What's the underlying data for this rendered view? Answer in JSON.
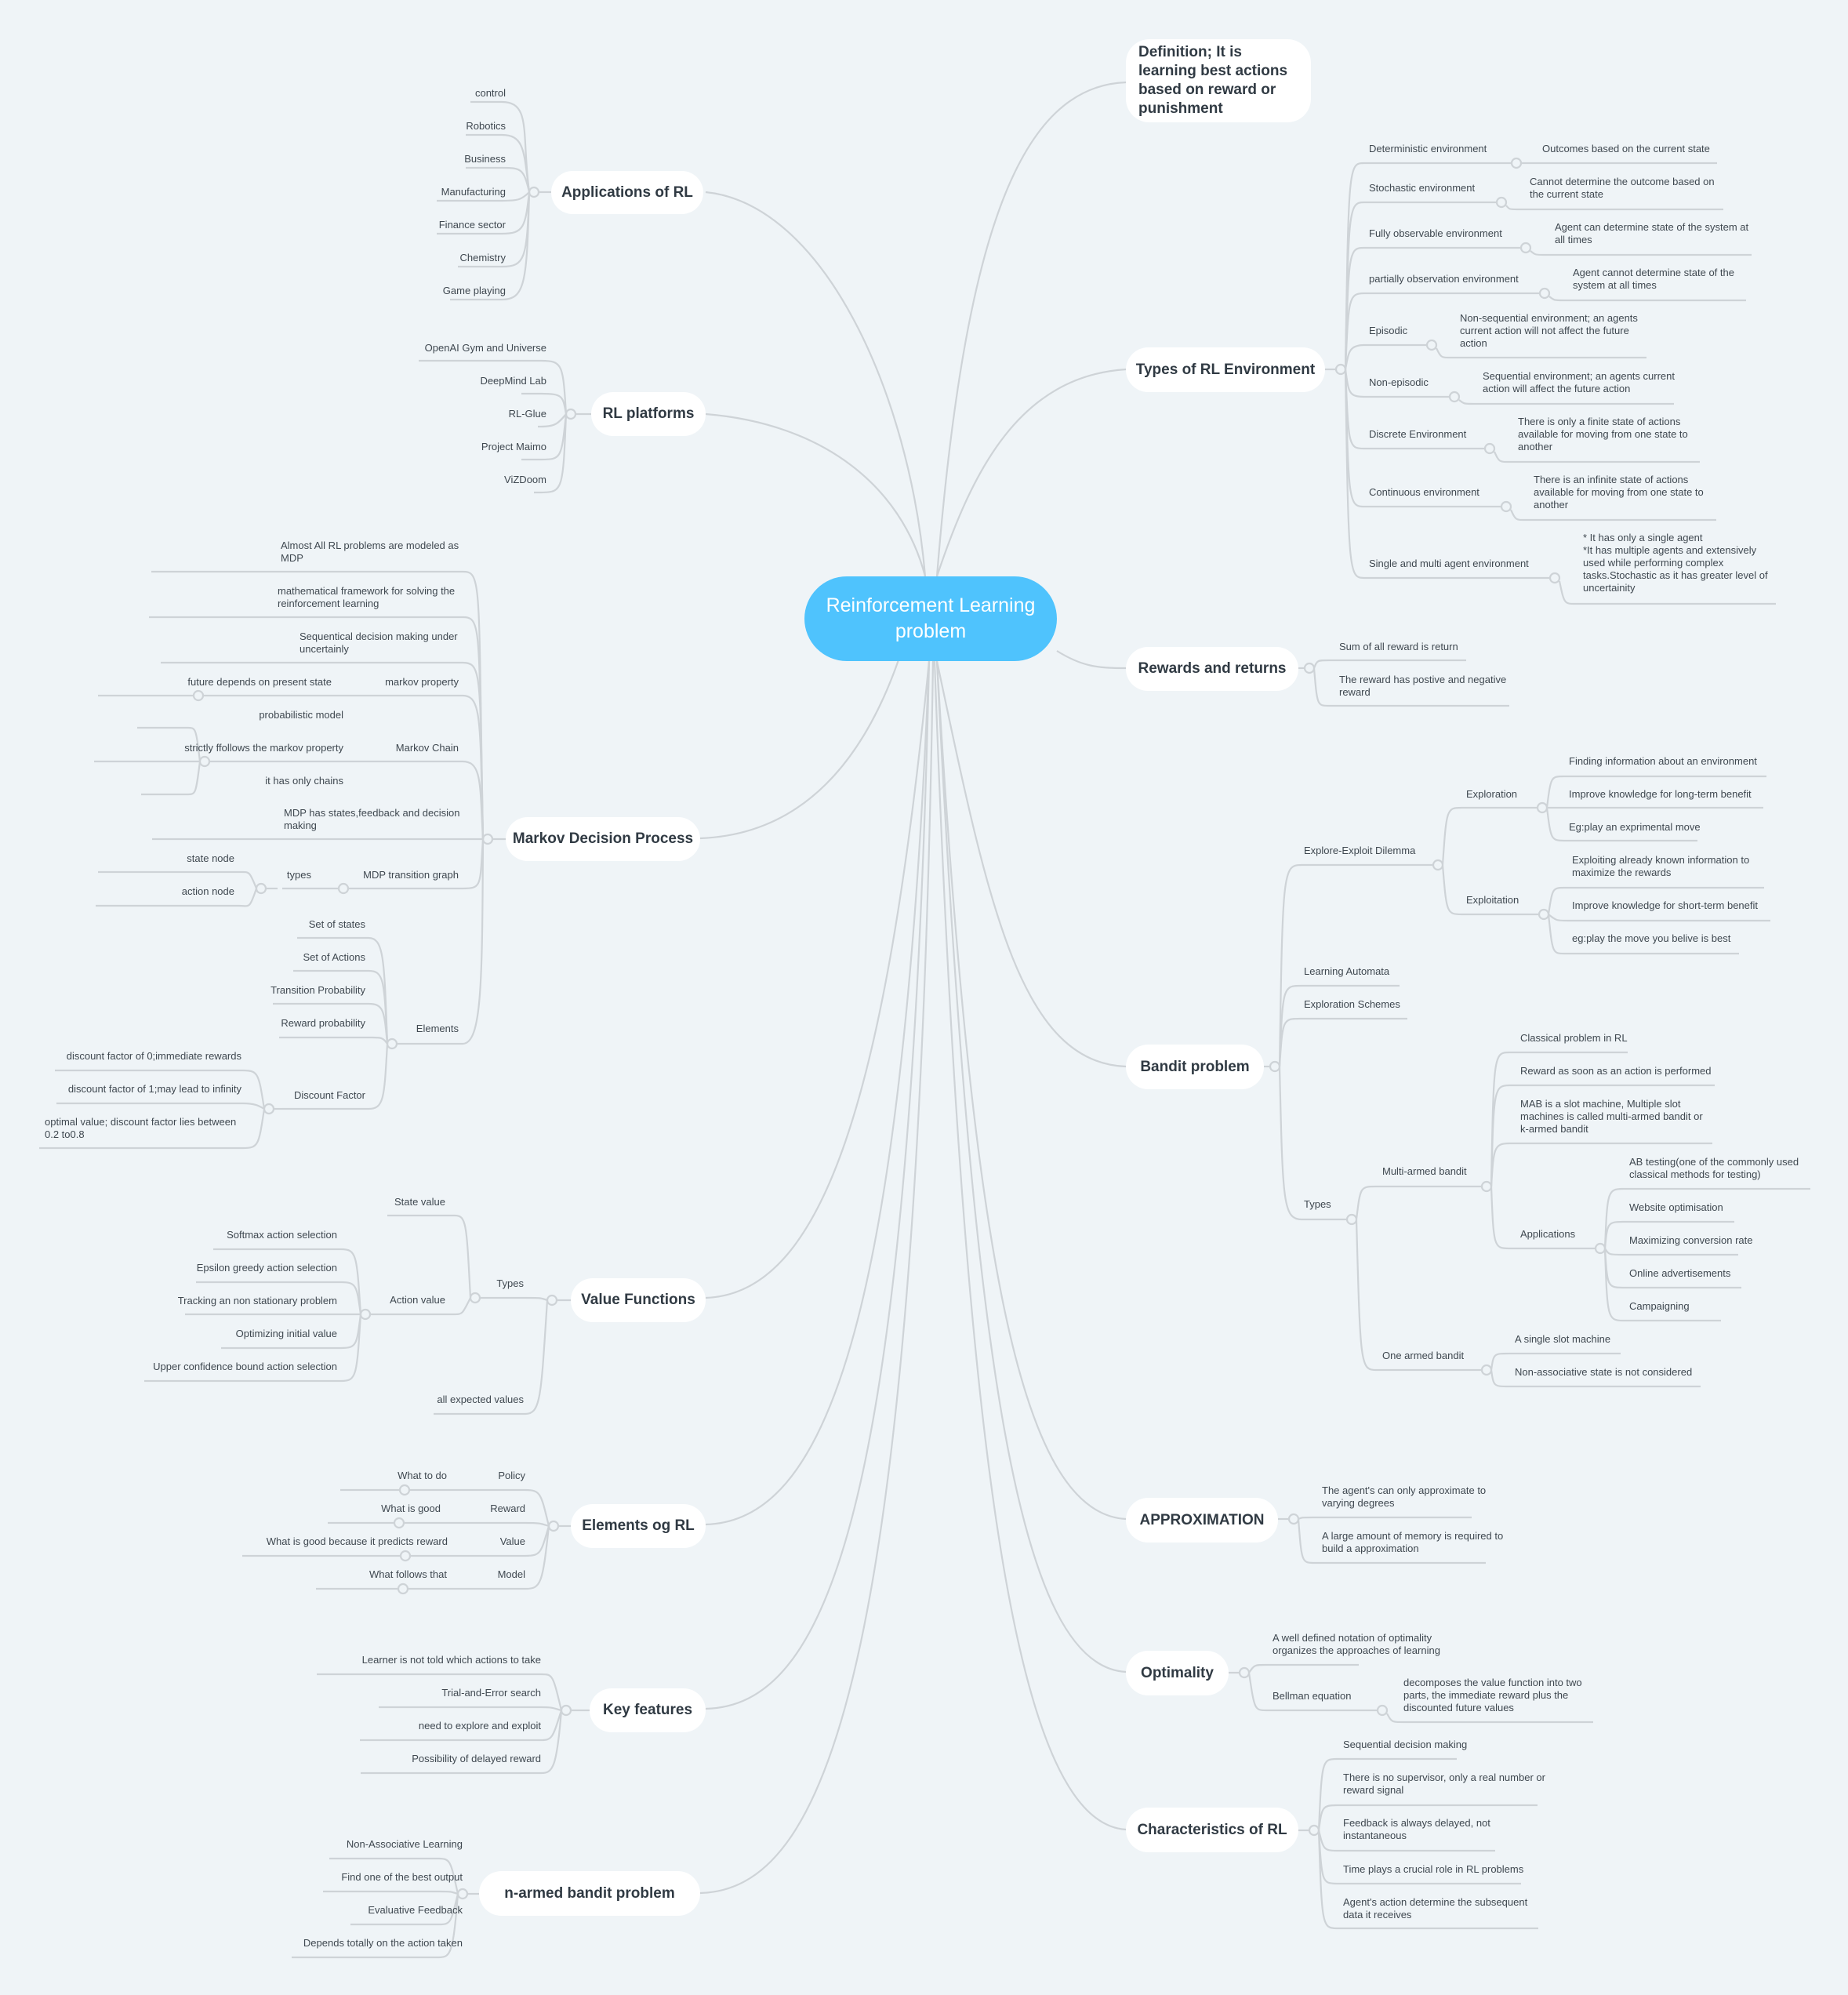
{
  "root": {
    "label": "Reinforcement Learning problem",
    "color": "#4fc3fd"
  },
  "left": {
    "applications": {
      "title": "Applications of RL",
      "items": [
        "control",
        "Robotics",
        "Business",
        "Manufacturing",
        "Finance sector",
        "Chemistry",
        "Game playing"
      ]
    },
    "platforms": {
      "title": "RL platforms",
      "items": [
        "OpenAI Gym and Universe",
        "DeepMind Lab",
        "RL-Glue",
        "Project Maimo",
        "ViZDoom"
      ]
    },
    "mdp": {
      "title": "Markov Decision Process",
      "items": [
        "Almost All RL problems are modeled as MDP",
        "mathematical framework for solving the reinforcement learning",
        "Sequentical decision making under uncertainly"
      ],
      "markov_property": {
        "label": "markov property",
        "child": "future depends on present state"
      },
      "markov_chain": {
        "label": "Markov  Chain",
        "children": [
          "probabilistic model",
          "strictly ffollows the markov property",
          "it has only chains"
        ]
      },
      "mdp_states": "MDP has states,feedback and decision making",
      "transition_graph": {
        "label": "MDP transition graph",
        "types_label": "types",
        "types": [
          "state node",
          "action node"
        ]
      },
      "elements": {
        "label": "Elements",
        "children": [
          "Set of states",
          "Set of Actions",
          "Transition Probability",
          "Reward probability"
        ],
        "discount": {
          "label": "Discount Factor",
          "children": [
            "discount factor of 0;immediate rewards",
            "discount factor of 1;may lead to infinity",
            "optimal value; discount factor lies between 0.2 to0.8"
          ]
        }
      }
    },
    "value_functions": {
      "title": "Value Functions",
      "types_label": "Types",
      "state_value": "State value",
      "action_value": {
        "label": "Action value",
        "children": [
          "Softmax  action selection",
          "Epsilon greedy action selection",
          "Tracking an non stationary problem",
          "Optimizing initial value",
          "Upper confidence bound action selection"
        ]
      },
      "expected": "all expected values"
    },
    "elements_rl": {
      "title": "Elements og RL",
      "items": [
        {
          "label": "Policy",
          "child": "What to do"
        },
        {
          "label": "Reward",
          "child": "What is good"
        },
        {
          "label": "Value",
          "child": "What is good because it predicts reward"
        },
        {
          "label": "Model",
          "child": "What follows that"
        }
      ]
    },
    "key_features": {
      "title": "Key features",
      "items": [
        "Learner is not told which actions to take",
        "Trial-and-Error search",
        "need to explore and exploit",
        "Possibility of delayed reward"
      ]
    },
    "n_armed": {
      "title": "n-armed bandit problem",
      "items": [
        "Non-Associative Learning",
        "Find one of the best output",
        "Evaluative Feedback",
        "Depends totally on the action taken"
      ]
    }
  },
  "right": {
    "definition": {
      "title": "Definition; It is learning best actions based on reward or punishment"
    },
    "env_types": {
      "title": "Types of RL Environment",
      "items": [
        {
          "label": "Deterministic environment",
          "child": "Outcomes based on the current state"
        },
        {
          "label": "Stochastic environment",
          "child": "Cannot determine the outcome based on the current state"
        },
        {
          "label": "Fully observable environment",
          "child": "Agent can determine state of the system at all times"
        },
        {
          "label": "partially observation environment",
          "child": "Agent cannot determine state of the system at all times"
        },
        {
          "label": "Episodic",
          "child": "Non-sequential environment; an agents current action will not affect the future action"
        },
        {
          "label": "Non-episodic",
          "child": "Sequential environment; an agents current action will affect the future action"
        },
        {
          "label": "Discrete Environment",
          "child": "There is only a finite state of actions available for moving from one state to another"
        },
        {
          "label": "Continuous environment",
          "child": "There is an infinite state of actions available for moving from one state to another"
        },
        {
          "label": "Single and multi agent environment",
          "child": "* It has only a single agent\n*It has multiple agents and extensively used while performing complex tasks.Stochastic as it has greater level of uncertainity"
        }
      ]
    },
    "rewards": {
      "title": "Rewards and returns",
      "items": [
        "Sum of all  reward is return",
        "The reward has postive and negative reward"
      ]
    },
    "bandit": {
      "title": "Bandit problem",
      "dilemma": {
        "label": "Explore-Exploit Dilemma",
        "exploration": {
          "label": "Exploration",
          "children": [
            "Finding information about an environment",
            "Improve knowledge for long-term benefit",
            "Eg:play an exprimental move"
          ]
        },
        "exploitation": {
          "label": "Exploitation",
          "children": [
            "Exploiting already known information to maximize the rewards",
            "Improve knowledge for short-term benefit",
            "eg:play the move you belive is best"
          ]
        }
      },
      "learning_automata": "Learning Automata",
      "exploration_schemes": "Exploration Schemes",
      "types": {
        "label": "Types",
        "multi": {
          "label": "Multi-armed bandit",
          "children": [
            "Classical problem in RL",
            "Reward as soon as an action is performed",
            "MAB is a slot machine, Multiple slot machines is called multi-armed bandit or k-armed bandit"
          ],
          "applications": {
            "label": "Applications",
            "children": [
              "AB testing(one of the commonly used classical methods for testing)",
              "Website optimisation",
              "Maximizing conversion rate",
              "Online advertisements",
              "Campaigning"
            ]
          }
        },
        "one": {
          "label": "One armed bandit",
          "children": [
            "A single slot machine",
            "Non-associative state is not considered"
          ]
        }
      }
    },
    "approximation": {
      "title": "APPROXIMATION",
      "items": [
        "The agent's can only approximate to varying degrees",
        "A large amount of memory is required to build a approximation"
      ]
    },
    "optimality": {
      "title": "Optimality",
      "notation": "A well defined notation of optimality organizes the approaches of learning",
      "bellman": {
        "label": "Bellman equation",
        "child": "decomposes the value function into two parts, the immediate reward plus the discounted future values"
      }
    },
    "characteristics": {
      "title": "Characteristics of RL",
      "items": [
        "Sequential decision making",
        "There is no supervisor, only a real number or reward signal",
        "Feedback is always delayed, not instantaneous",
        "Time plays a crucial role in RL problems",
        "Agent's action determine the subsequent data it receives"
      ]
    }
  }
}
